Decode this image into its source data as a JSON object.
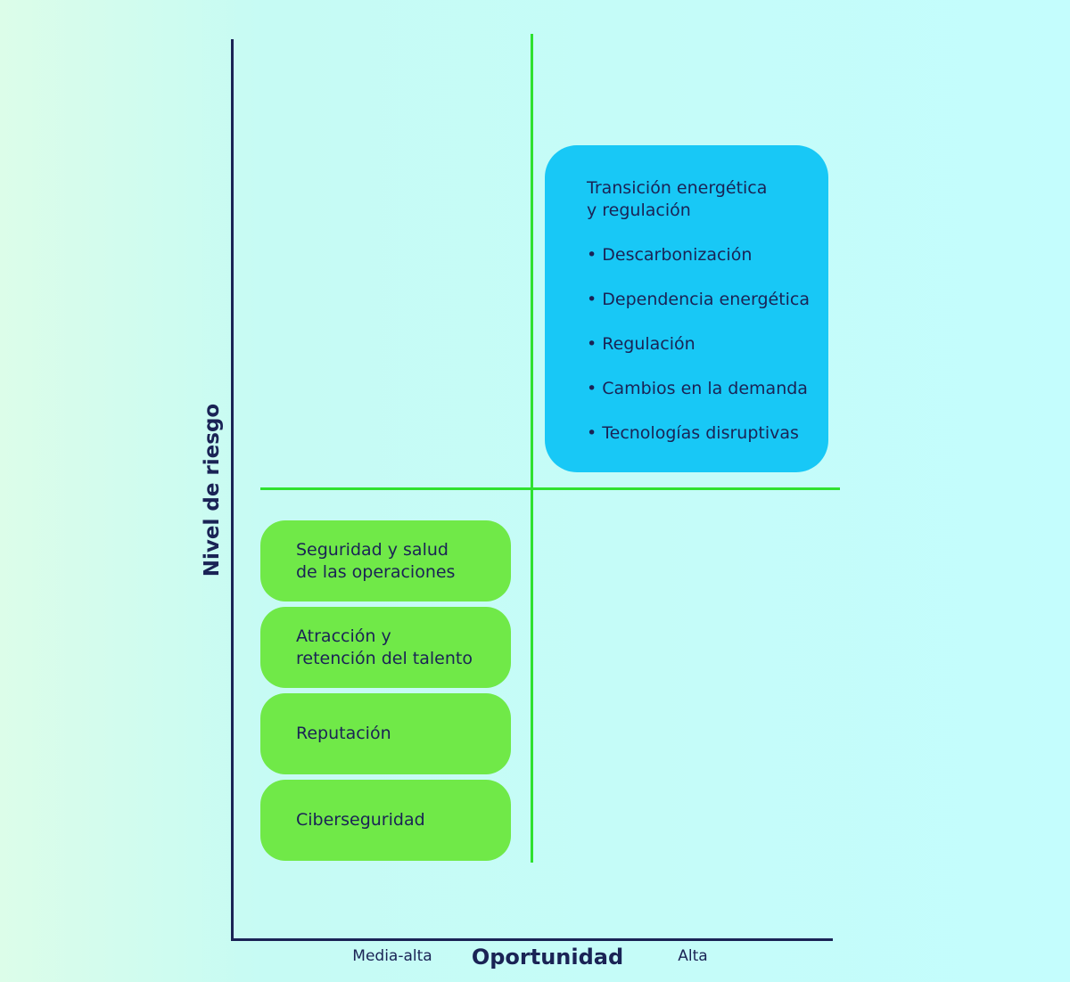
{
  "diagram": {
    "y_axis_label": "Nivel de riesgo",
    "x_axis_label": "Oportunidad",
    "x_ticks": [
      "Media-alta",
      "Alta"
    ],
    "high_quadrant": {
      "title_lines": [
        "Transición energética",
        "y regulación"
      ],
      "bullets": [
        "• Descarbonización",
        "• Dependencia energética",
        "• Regulación",
        "• Cambios en la demanda",
        "• Tecnologías disruptivas"
      ],
      "color": "#18c8f6"
    },
    "medium_quadrant": {
      "items": [
        [
          "Seguridad y salud",
          "de las operaciones"
        ],
        [
          "Atracción y",
          "retención del talento"
        ],
        [
          "Reputación"
        ],
        [
          "Ciberseguridad"
        ]
      ],
      "color": "#70e948"
    },
    "colors": {
      "axis": "#1a2355",
      "divider": "#2fe12f",
      "text": "#1a2355"
    }
  }
}
